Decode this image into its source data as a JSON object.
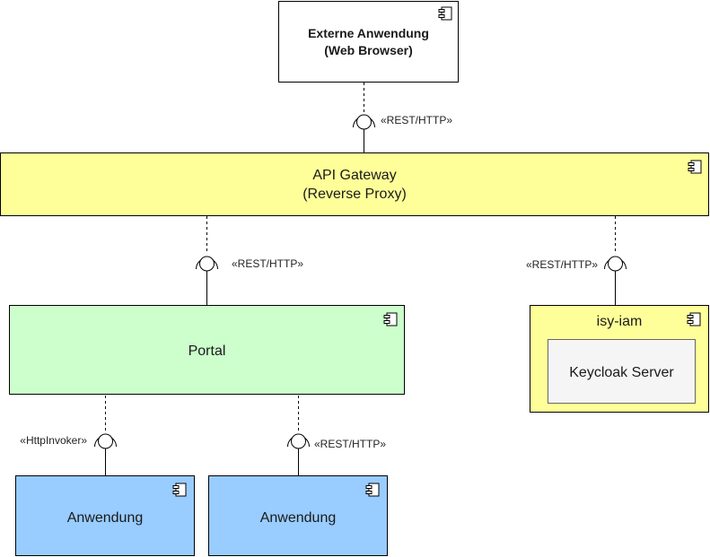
{
  "components": {
    "externe_anwendung": {
      "title_line1": "Externe Anwendung",
      "title_line2": "(Web Browser)",
      "fill": "#ffffff"
    },
    "api_gateway": {
      "title_line1": "API Gateway",
      "title_line2": "(Reverse Proxy)",
      "fill": "#ffff99"
    },
    "portal": {
      "title": "Portal",
      "fill": "#ccffcc"
    },
    "isy_iam": {
      "title": "isy-iam",
      "fill": "#ffff99",
      "inner": {
        "title": "Keycloak Server",
        "fill": "#f5f5f5"
      }
    },
    "anwendung_left": {
      "title": "Anwendung",
      "fill": "#99ccff"
    },
    "anwendung_right": {
      "title": "Anwendung",
      "fill": "#99ccff"
    }
  },
  "interfaces": {
    "browser_gateway": "«REST/HTTP»",
    "gateway_portal": "«REST/HTTP»",
    "gateway_iam": "«REST/HTTP»",
    "portal_anwendung_left": "«HttpInvoker»",
    "portal_anwendung_right": "«REST/HTTP»"
  },
  "colors": {
    "stroke": "#000000",
    "text": "#1a1a1a"
  }
}
